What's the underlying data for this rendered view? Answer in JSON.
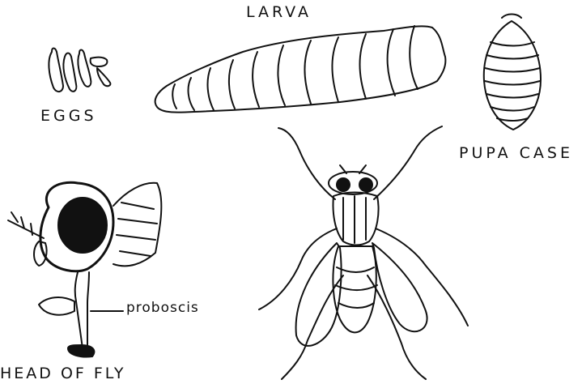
{
  "labels": {
    "larva": "LARVA",
    "eggs": "EGGS",
    "pupa_case": "PUPA CASE",
    "head_of_fly": "HEAD OF FLY",
    "proboscis": "proboscis"
  },
  "colors": {
    "ink": "#111111",
    "paper": "#ffffff"
  }
}
